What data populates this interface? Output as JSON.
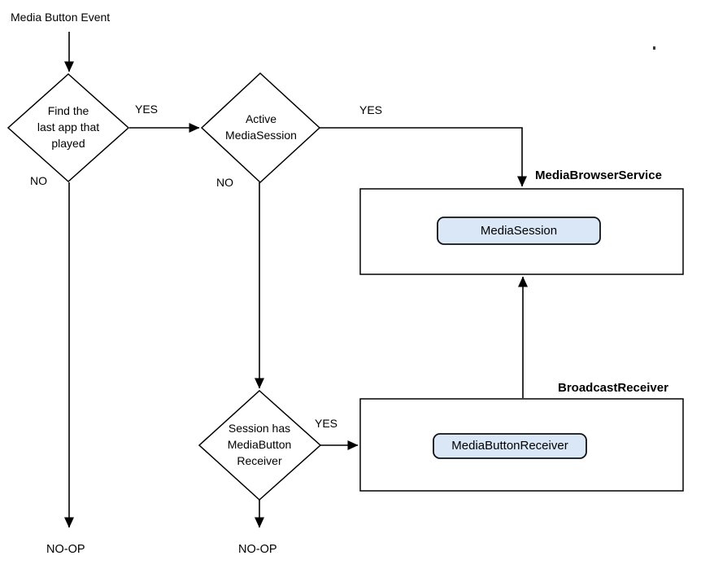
{
  "flowchart": {
    "start_label": "Media Button Event",
    "decisions": {
      "find_last_app": "Find the\nlast app that\nplayed",
      "active_media_session": "Active\nMediaSession",
      "session_has_receiver": "Session has\nMediaButton\nReceiver"
    },
    "containers": {
      "media_browser_service": {
        "title": "MediaBrowserService",
        "inner": "MediaSession"
      },
      "broadcast_receiver": {
        "title": "BroadcastReceiver",
        "inner": "MediaButtonReceiver"
      }
    },
    "edge_labels": {
      "find_yes": "YES",
      "find_no": "NO",
      "active_yes": "YES",
      "active_no": "NO",
      "session_yes": "YES",
      "noop_left": "NO-OP",
      "noop_middle": "NO-OP"
    },
    "colors": {
      "inner_node_fill": "#d9e7f6",
      "line": "#000000",
      "shape_fill": "#ffffff"
    }
  }
}
